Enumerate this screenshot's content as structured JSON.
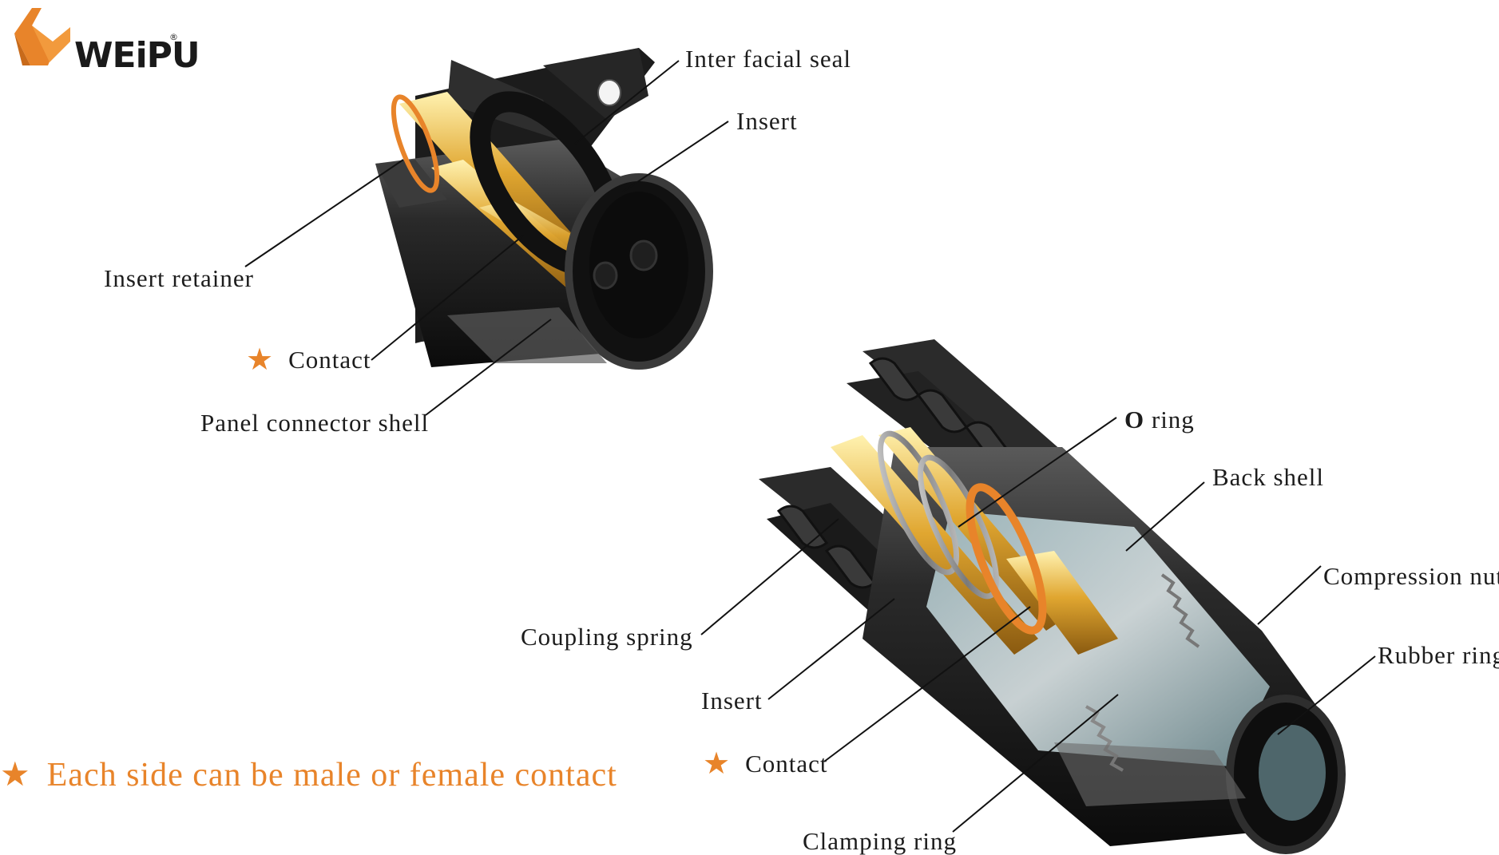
{
  "brand": {
    "name": "WEiPU",
    "registered": "®"
  },
  "accent_color": "#e8842a",
  "panel_labels": {
    "inter_facial_seal": "Inter facial seal",
    "insert": "Insert",
    "insert_retainer": "Insert retainer",
    "contact": "Contact",
    "panel_connector_shell": "Panel connector shell"
  },
  "plug_labels": {
    "o_ring_bold": "O",
    "o_ring_rest": "ring",
    "back_shell": "Back shell",
    "compression_nut": "Compression nut",
    "rubber_ring": "Rubber ring",
    "coupling_spring": "Coupling  spring",
    "insert": "Insert",
    "contact": "Contact",
    "clamping_ring": "Clamping ring"
  },
  "star_glyph": "★",
  "footnote": "Each side can be male or female contact"
}
